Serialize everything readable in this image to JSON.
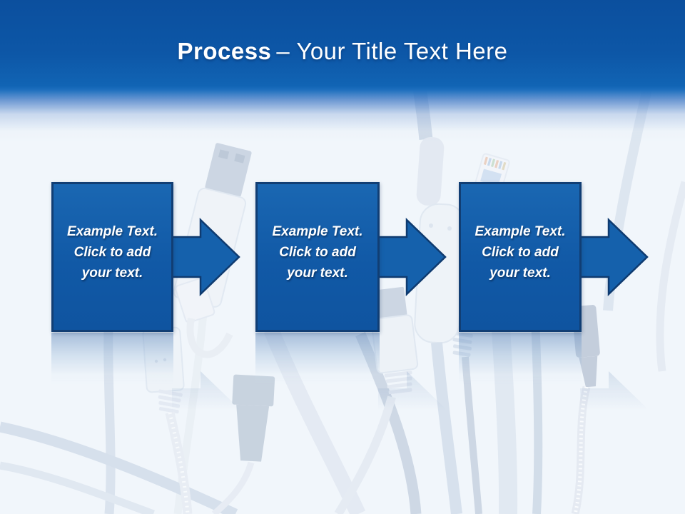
{
  "title": {
    "bold": "Process",
    "regular": "– Your Title Text Here"
  },
  "steps": [
    {
      "text": "Example Text. Click to add your text."
    },
    {
      "text": "Example Text. Click to add your text."
    },
    {
      "text": "Example Text. Click to add your text."
    }
  ],
  "colors": {
    "header_blue_top": "#0B4F9E",
    "header_blue_bottom": "#1164B4",
    "box_fill": "#1460AB",
    "box_border": "#113E74",
    "arrow_fill": "#1561AC",
    "arrow_border": "#0F3B70",
    "background": "#F1F6FB",
    "text": "#FFFFFF"
  }
}
